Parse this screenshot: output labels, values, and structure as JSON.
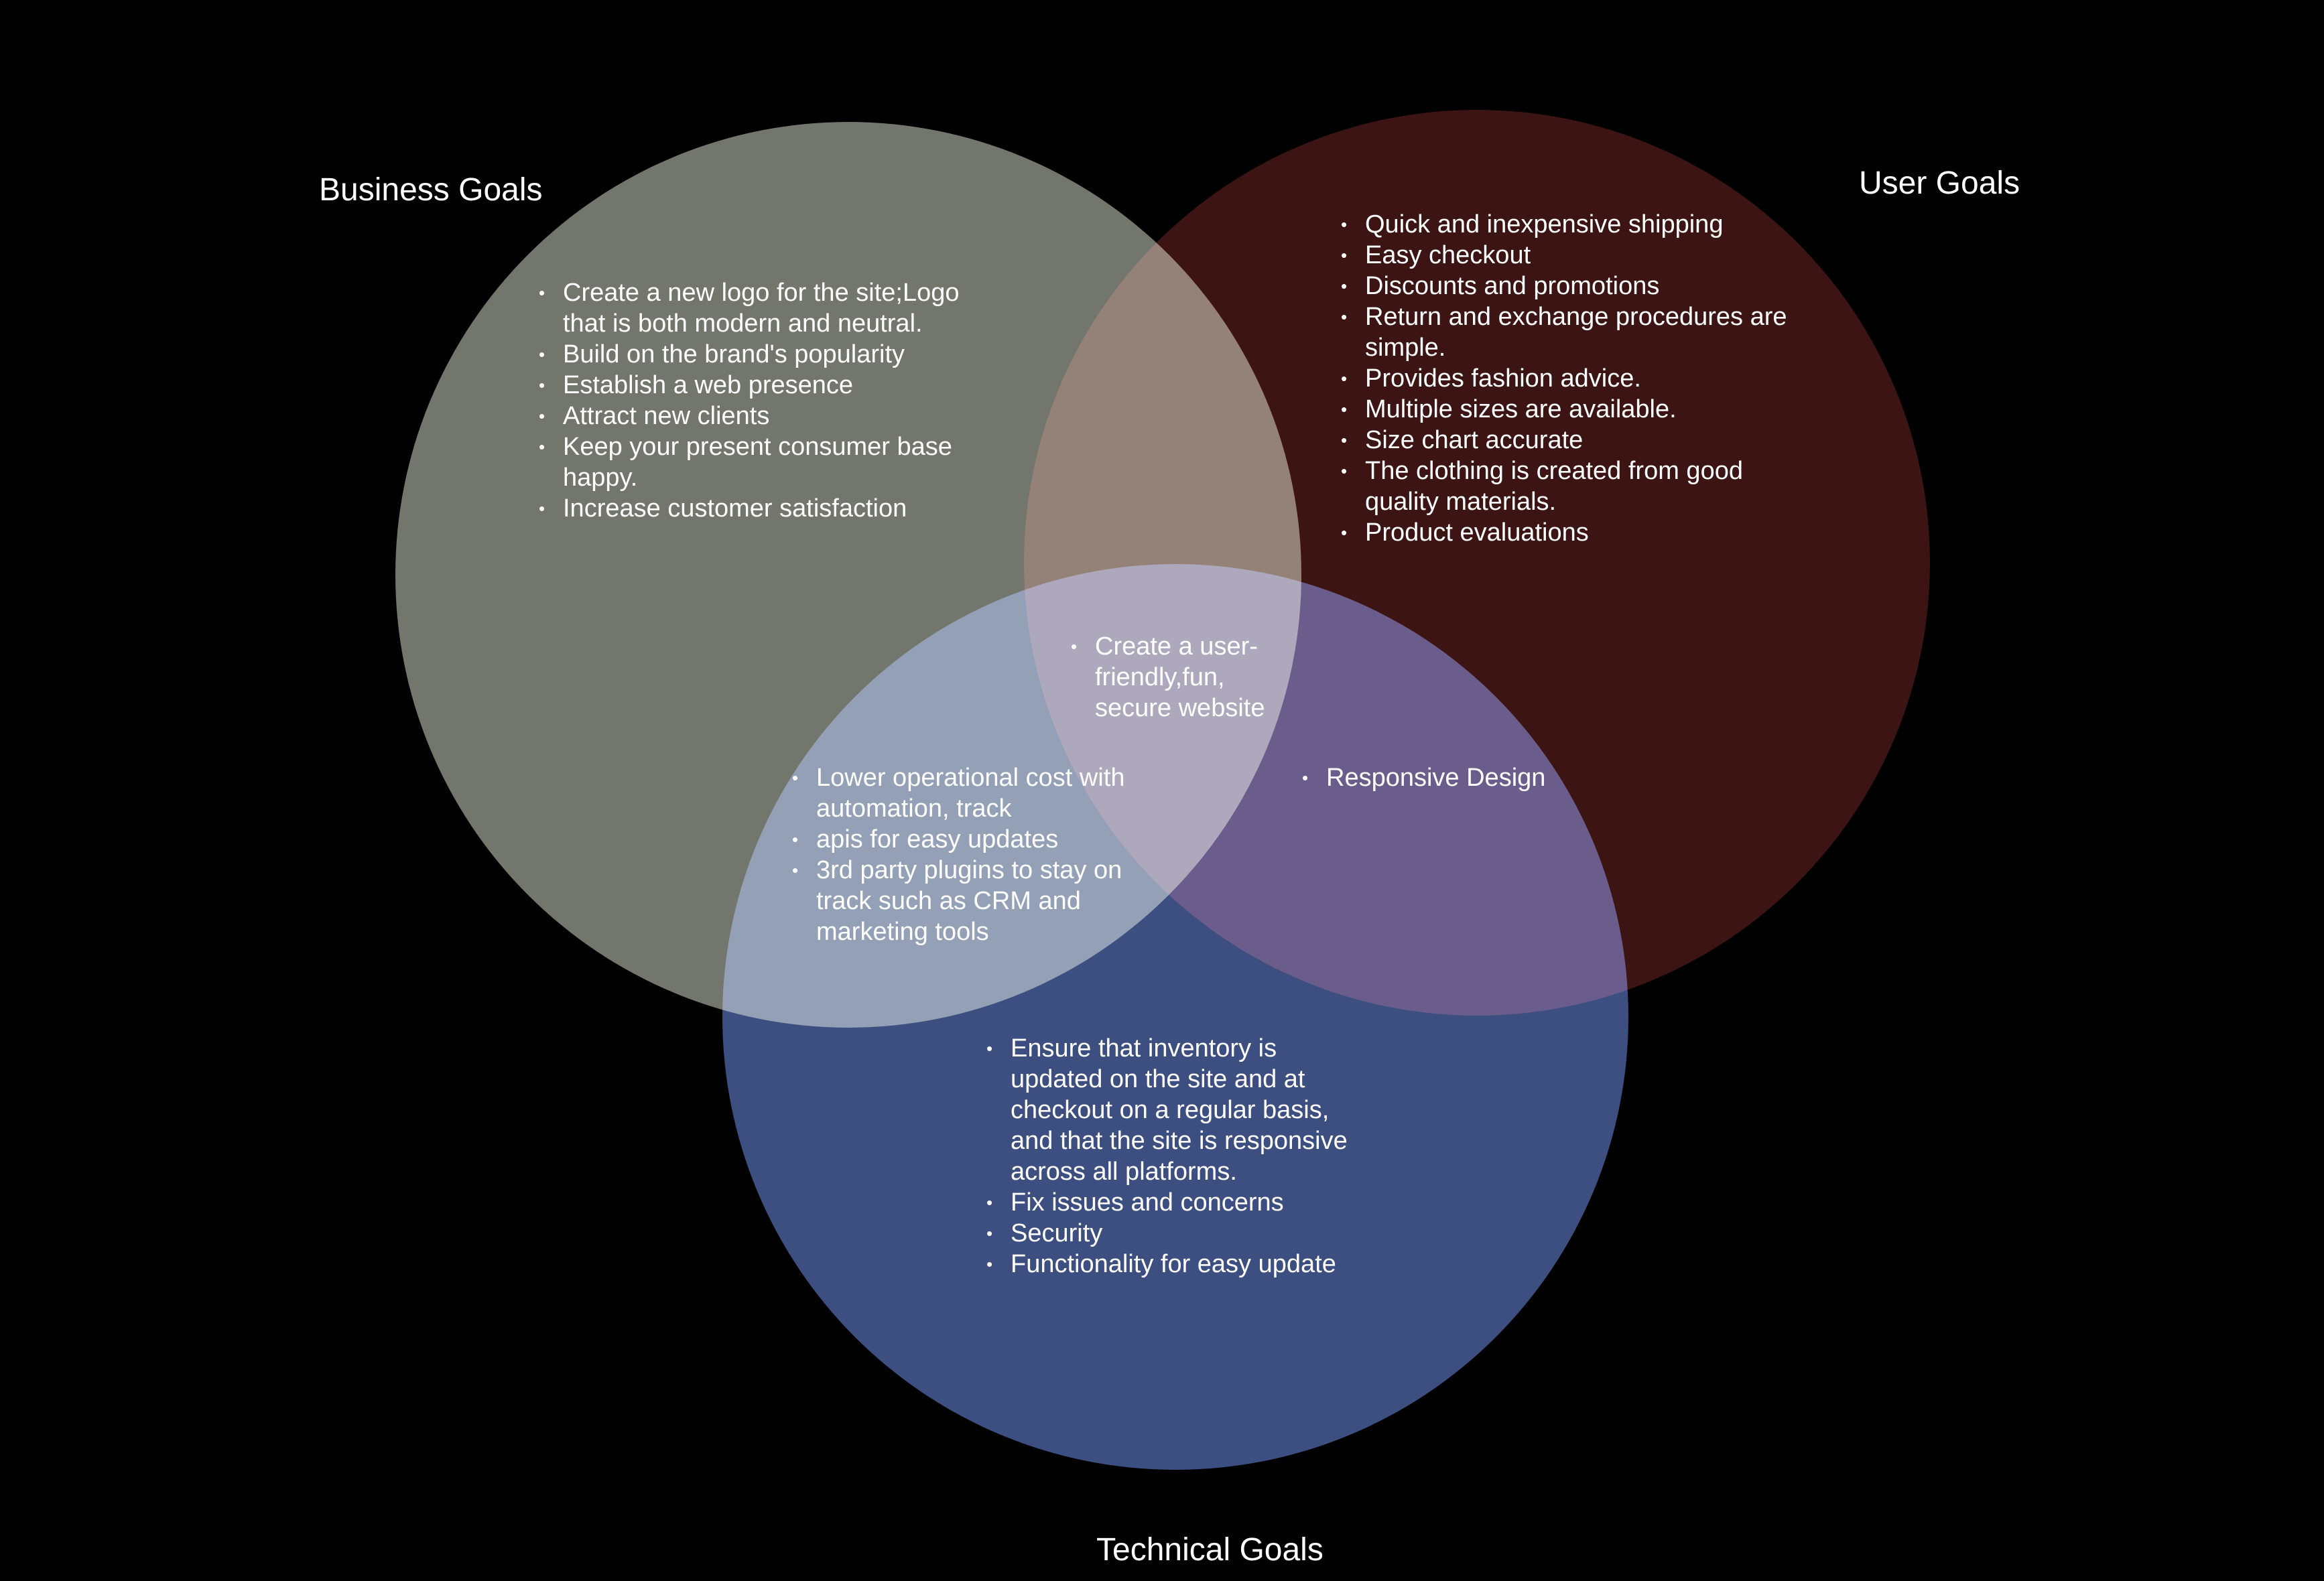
{
  "labels": {
    "business": "Business Goals",
    "user": "User Goals",
    "technical": "Technical Goals"
  },
  "colors": {
    "background": "#000000",
    "business_circle": "#73766c",
    "user_circle": "#4a1818",
    "technical_circle": "#4b609e",
    "text": "#ffffff"
  },
  "business_only": [
    "Create a new logo for the site;Logo that is both modern and neutral.",
    "Build on the brand's popularity",
    "Establish a web presence",
    "Attract new clients",
    "Keep your present consumer base happy.",
    "Increase customer satisfaction"
  ],
  "user_only": [
    "Quick and inexpensive shipping",
    "Easy checkout",
    "Discounts and promotions",
    "Return and exchange procedures are simple.",
    "Provides fashion advice.",
    "Multiple sizes are available.",
    "Size chart accurate",
    "The clothing is created from good quality materials.",
    "Product evaluations"
  ],
  "all_three": [
    "Create a user-friendly,fun, secure website"
  ],
  "business_technical": [
    "Lower operational cost with automation, track",
    "apis for easy updates",
    "3rd party plugins to stay on track such as CRM and marketing tools"
  ],
  "user_technical": [
    "Responsive Design"
  ],
  "technical_only": [
    "Ensure that inventory is updated on the site and at checkout on a regular basis, and that the site is responsive across all platforms.",
    "Fix issues and concerns",
    "Security",
    "Functionality for easy update"
  ]
}
